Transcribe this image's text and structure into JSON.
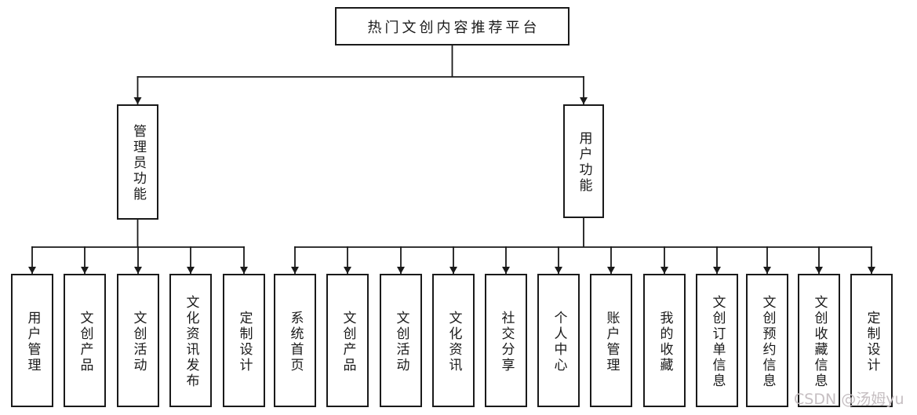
{
  "diagram": {
    "title": "热门文创内容推荐平台",
    "root": {
      "label": "热门文创内容推荐平台"
    },
    "branches": [
      {
        "label": "管理员功能",
        "children": [
          "用户管理",
          "文创产品",
          "文创活动",
          "文化资讯发布",
          "定制设计"
        ]
      },
      {
        "label": "用户功能",
        "children": [
          "系统首页",
          "文创产品",
          "文创活动",
          "文化资讯",
          "社交分享",
          "个人中心",
          "账户管理",
          "我的收藏",
          "文创订单信息",
          "文创预约信息",
          "文创收藏信息",
          "定制设计"
        ]
      }
    ]
  },
  "watermark": {
    "text": "CSDN @汤姆yu"
  },
  "colors": {
    "background": "#ffffff",
    "line": "#1a1a1a",
    "text": "#1a1a1a",
    "watermark": "#c6bfc2"
  }
}
